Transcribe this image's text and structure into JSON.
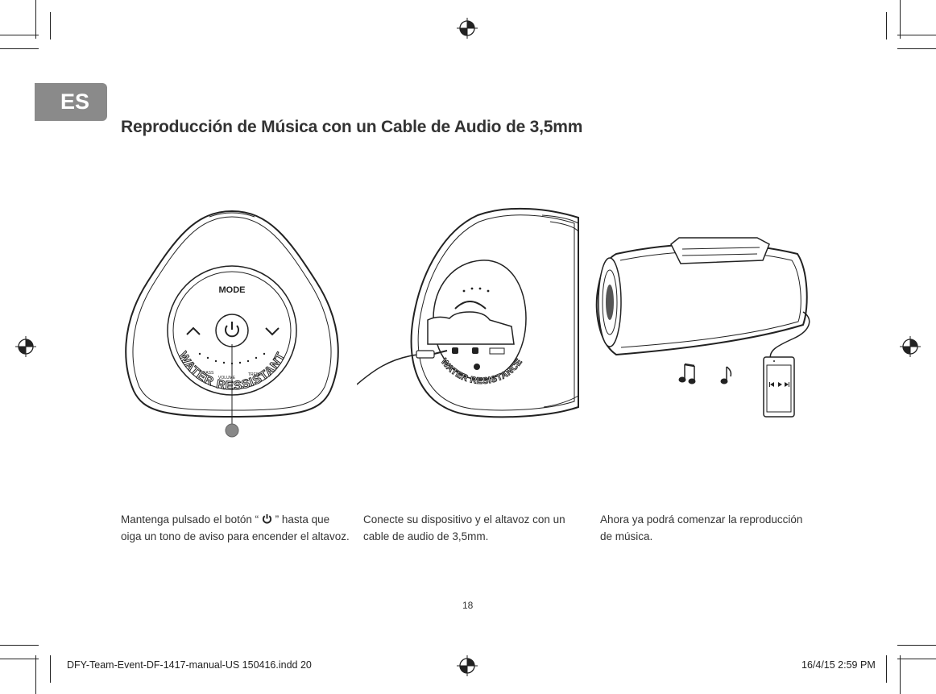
{
  "language_tab": "ES",
  "title": "Reproducción de Música con un Cable de Audio de 3,5mm",
  "illustrations": {
    "speaker_front": {
      "mode_label": "MODE",
      "ring_text": "WATER RESSISTANT",
      "bass_label": "BASS",
      "volume_label": "VOLUME",
      "treble_label": "TREBLE"
    },
    "speaker_side": {
      "ring_text": "WATER RESISTANCE"
    }
  },
  "steps": [
    {
      "line1_before": "Mantenga pulsado el botón “ ",
      "icon": "power-icon",
      "line1_after": " ” hasta que",
      "line2": "oiga un tono de aviso para encender el altavoz."
    },
    {
      "line1": "Conecte su dispositivo y el altavoz con un",
      "line2": "cable de audio de 3,5mm."
    },
    {
      "line1": "Ahora ya podrá comenzar la reproducción",
      "line2": "de música."
    }
  ],
  "page_number": "18",
  "footer": {
    "file_info": "DFY-Team-Event-DF-1417-manual-US 150416.indd   20",
    "date_time": "16/4/15   2:59 PM"
  }
}
